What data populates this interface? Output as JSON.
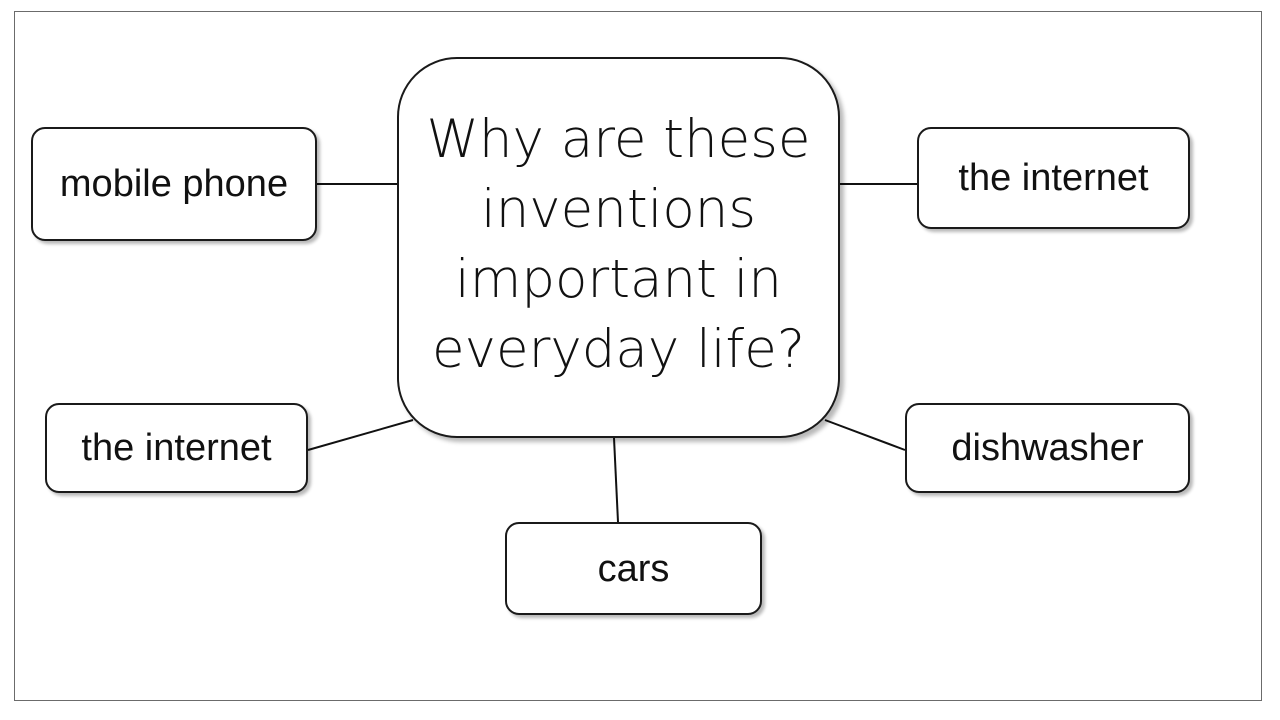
{
  "question": "Why are these inventions important in everyday life?",
  "inventions": {
    "mobile_phone": "mobile phone",
    "internet_right": "the internet",
    "internet_left": "the internet",
    "dishwasher": "dishwasher",
    "cars": "cars"
  }
}
